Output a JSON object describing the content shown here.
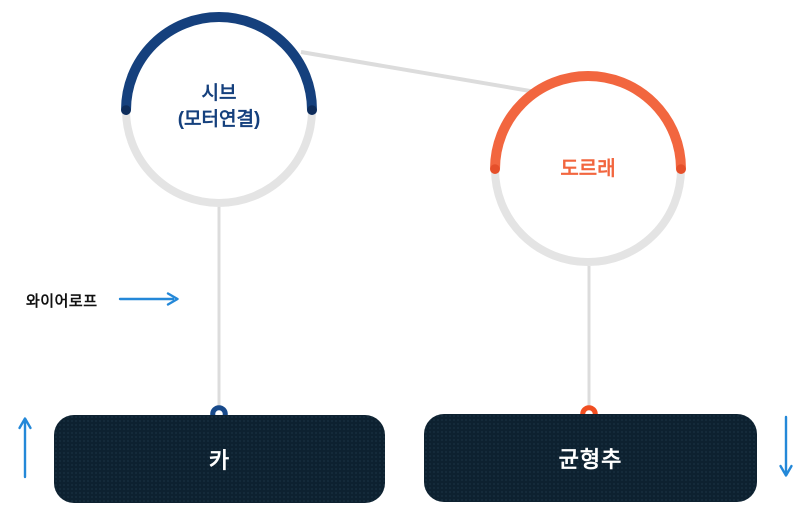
{
  "diagram": {
    "type": "elevator-roping-diagram",
    "nodes": {
      "sheave": {
        "label_line1": "시브",
        "label_line2": "(모터연결)"
      },
      "pulley": {
        "label": "도르래"
      },
      "car": {
        "label": "카"
      },
      "counterweight": {
        "label": "균형추"
      }
    },
    "annotations": {
      "wire_rope_label": "와이어로프"
    },
    "icons": {
      "wire_rope_arrow": "right-arrow",
      "car_direction_arrow": "up-arrow",
      "counterweight_direction_arrow": "down-arrow"
    },
    "colors": {
      "navy": "#15407d",
      "navy_cap": "#0e2c5a",
      "navy_ring": "#17498a",
      "orange": "#f2663f",
      "orange_cap": "#e54f2a",
      "orange_ring": "#f04e21",
      "gray_arc": "#e4e4e4",
      "gray_line": "#dcdcdc",
      "box_bg": "#0d2130",
      "box_text": "#ffffff",
      "arrow_blue": "#2488d8",
      "label_dark": "#111111",
      "white": "#ffffff"
    }
  }
}
